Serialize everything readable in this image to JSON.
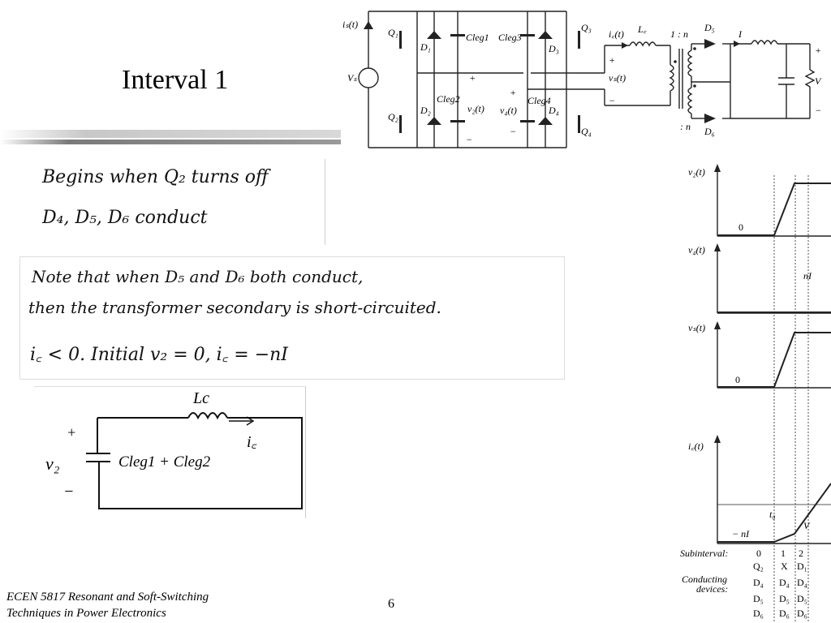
{
  "slide": {
    "title": "Interval 1",
    "page_number": "6",
    "footer_line1": "ECEN 5817  Resonant and Soft-Switching",
    "footer_line2": "Techniques in Power Electronics"
  },
  "notes": {
    "line1": "Begins when Q₂ turns off",
    "line2": "D₄, D₅, D₆   conduct",
    "line3": "Note that when D₅ and D₆ both conduct,",
    "line4": "then the transformer secondary is short-circuited.",
    "line5": "i꜀ < 0.   Initial   v₂ = 0,  i꜀ = −nI"
  },
  "sketch": {
    "plus": "+",
    "minus": "−",
    "v_label": "v₂",
    "inductor_label": "Lc",
    "current_label": "i꜀",
    "cap_label": "Cleg1 + Cleg2"
  },
  "schematic": {
    "ig": "iₛ(t)",
    "vg": "Vₛ",
    "q1": "Q₁",
    "q2": "Q₂",
    "q3": "Q₃",
    "q4": "Q₄",
    "d1": "D₁",
    "d2": "D₂",
    "d3": "D₃",
    "d4": "D₄",
    "d5": "D₅",
    "d6": "D₆",
    "cleg1": "Cleg1",
    "cleg2": "Cleg2",
    "cleg3": "Cleg3",
    "cleg4": "Cleg4",
    "v2": "v₂(t)",
    "v4": "v₄(t)",
    "vs": "vₛ(t)",
    "ic": "i꜀(t)",
    "lc": "L꜀",
    "ratio": "1 : n",
    "n": ": n",
    "i_out": "I",
    "v_out": "V",
    "plus": "+",
    "minus": "−"
  },
  "waveforms": {
    "v2": "v₂(t)",
    "v4": "v₄(t)",
    "vs": "vₛ(t)",
    "ic": "i꜀(t)",
    "zero1": "0",
    "zero2": "0",
    "nI": "nI",
    "neg_nI": "− nI",
    "t0": "t₀",
    "vg_prime": "V",
    "subinterval_label": "Subinterval:",
    "sub0": "0",
    "sub1": "1",
    "sub2": "2",
    "conducting_label1": "Conducting",
    "conducting_label2": "devices:",
    "col0": [
      "Q₂",
      "D₄",
      "D₅",
      "D₆"
    ],
    "col1": [
      "X",
      "D₄",
      "D₅",
      "D₆"
    ],
    "col2": [
      "D₁",
      "D₄",
      "D₅",
      "D₆"
    ]
  }
}
